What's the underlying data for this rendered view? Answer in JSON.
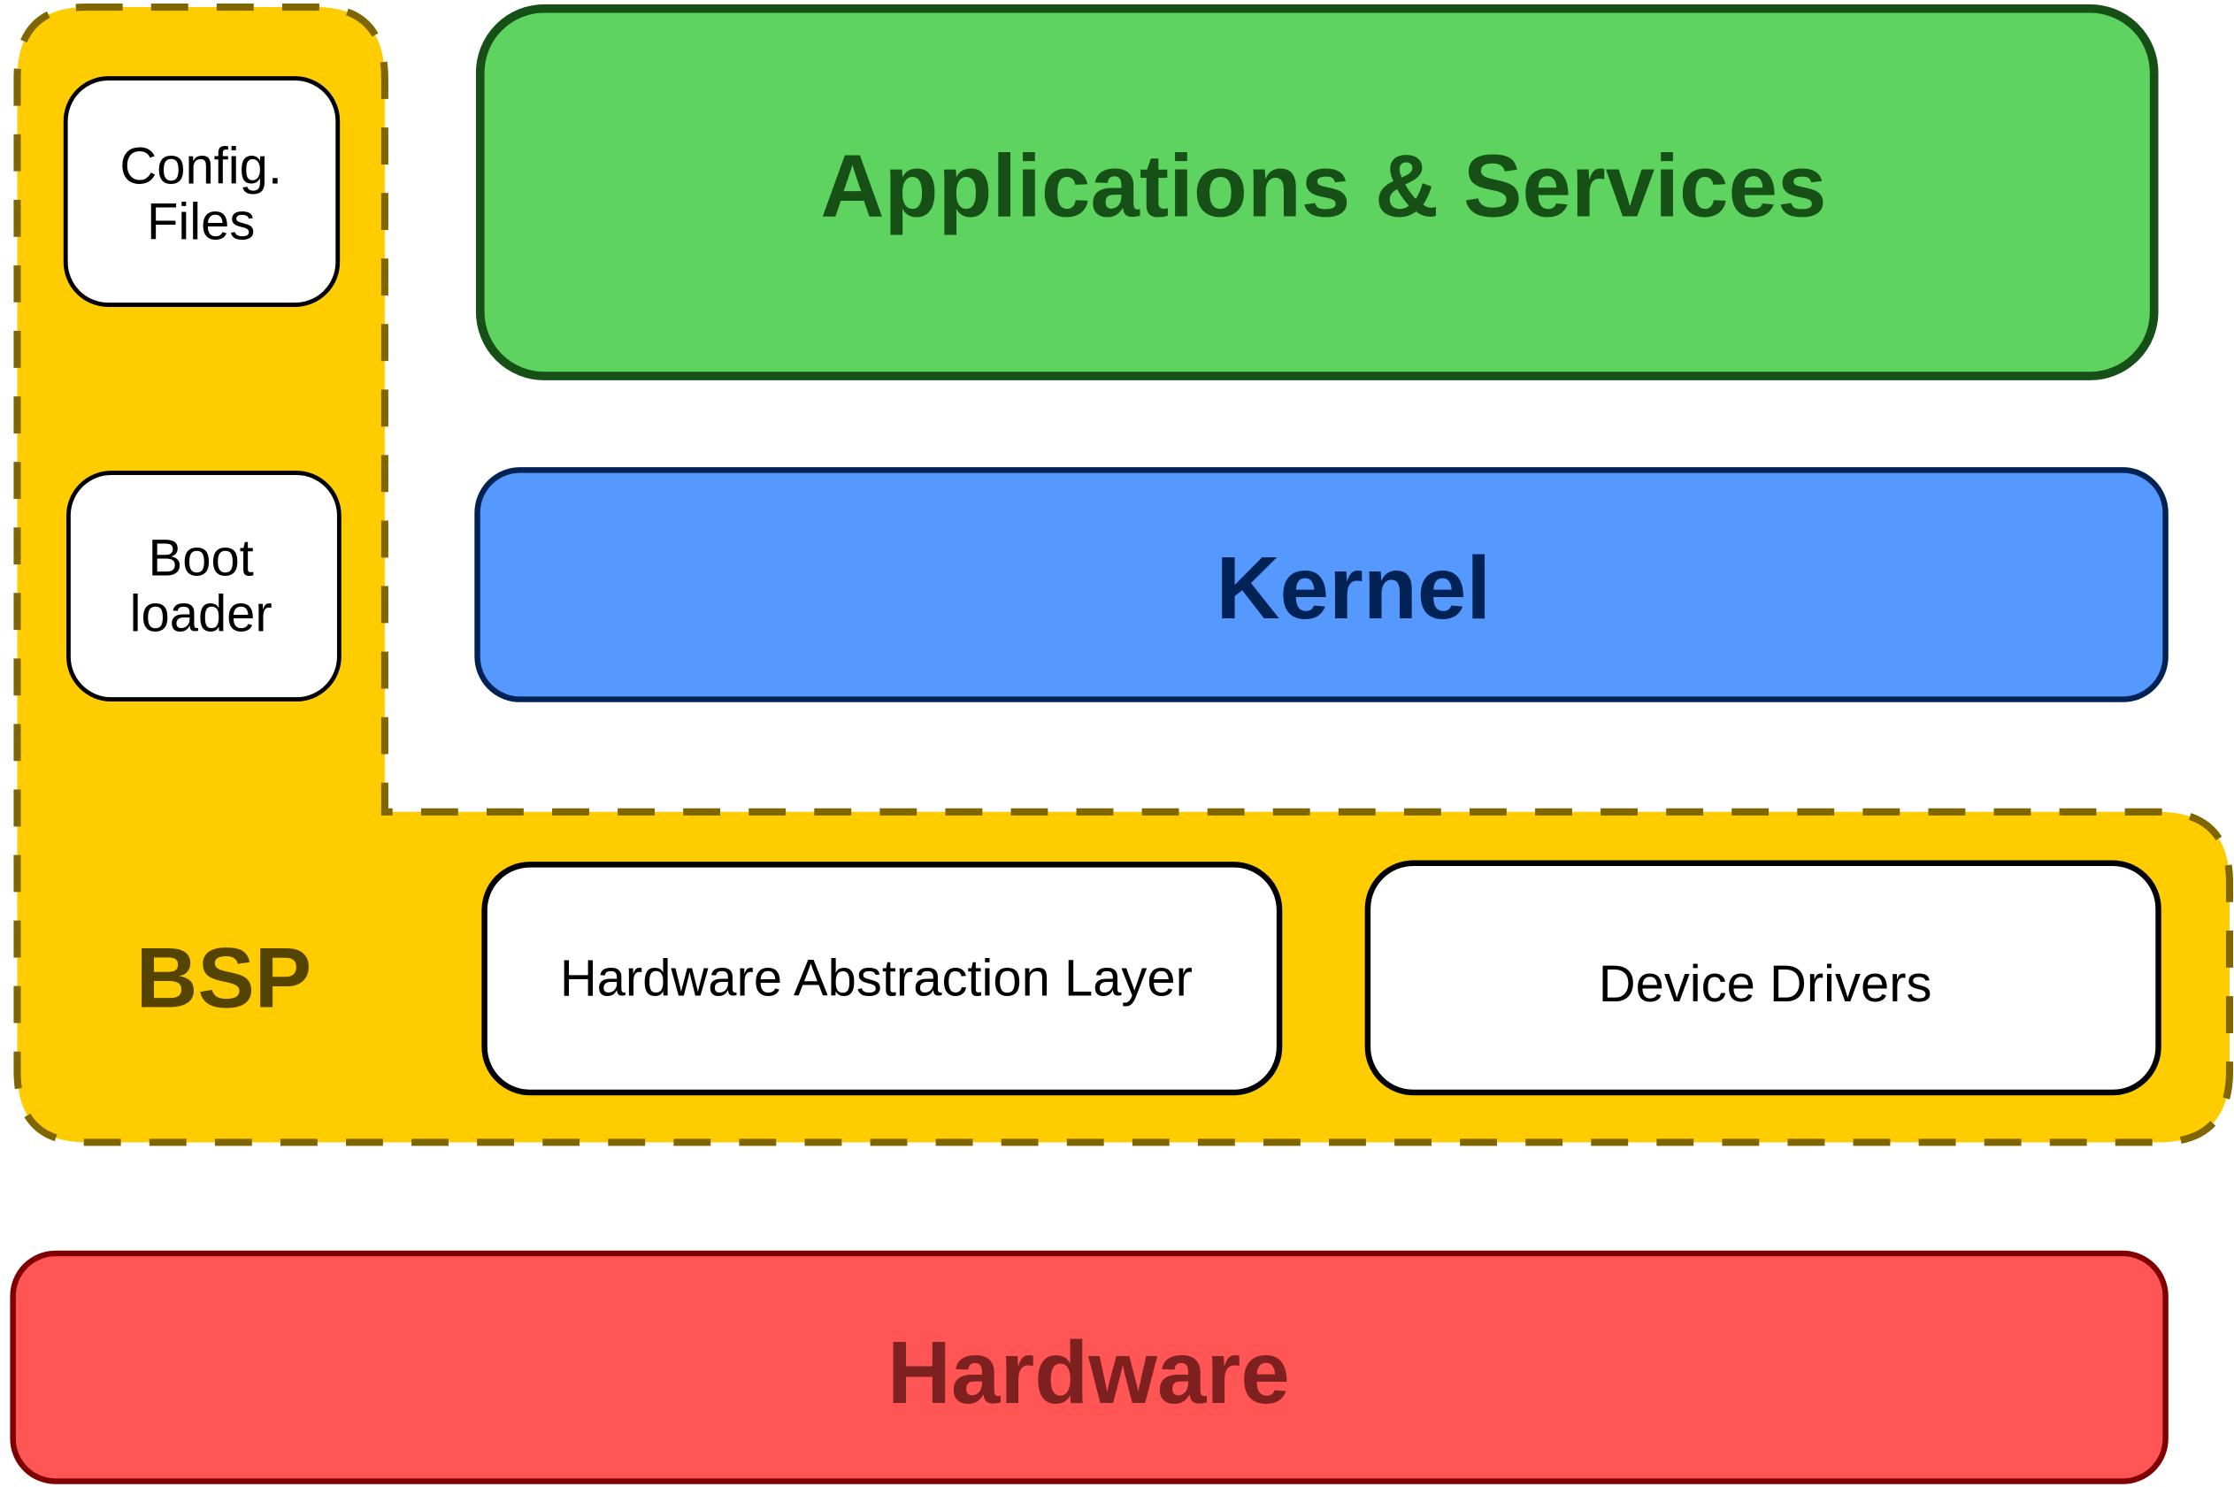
{
  "diagram": {
    "bsp": {
      "label": "BSP",
      "fill": "#ffcc00",
      "stroke": "#806600",
      "text_color": "#554400",
      "components": [
        {
          "id": "config-files",
          "lines": [
            "Config.",
            "Files"
          ]
        },
        {
          "id": "boot-loader",
          "lines": [
            "Boot",
            "loader"
          ]
        },
        {
          "id": "hal",
          "lines": [
            "Hardware Abstraction Layer"
          ]
        },
        {
          "id": "device-drivers",
          "lines": [
            "Device Drivers"
          ]
        }
      ]
    },
    "layers": {
      "applications": {
        "label": "Applications & Services",
        "fill": "#5fd35f",
        "stroke": "#165016",
        "text_color": "#165016"
      },
      "kernel": {
        "label": "Kernel",
        "fill": "#5599ff",
        "stroke": "#002255",
        "text_color": "#002255"
      },
      "hardware": {
        "label": "Hardware",
        "fill": "#ff5555",
        "stroke": "#800000",
        "text_color": "#7f2020"
      }
    }
  }
}
